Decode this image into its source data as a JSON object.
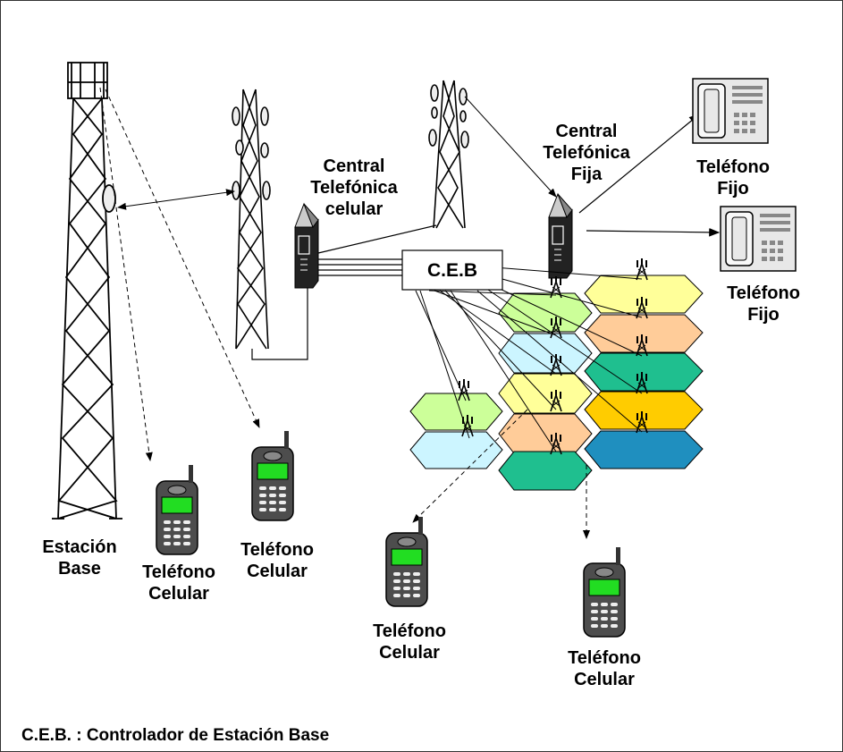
{
  "labels": {
    "estacion_base": [
      "Estación",
      "Base"
    ],
    "central_celular": [
      "Central",
      "Telefónica",
      "celular"
    ],
    "central_fija": [
      "Central",
      "Telefónica",
      "Fija"
    ],
    "telefono_fijo_1": [
      "Teléfono",
      "Fijo"
    ],
    "telefono_fijo_2": [
      "Teléfono",
      "Fijo"
    ],
    "ceb_box": "C.E.B",
    "celular_1": [
      "Teléfono",
      "Celular"
    ],
    "celular_2": [
      "Teléfono",
      "Celular"
    ],
    "celular_3": [
      "Teléfono",
      "Celular"
    ],
    "celular_4": [
      "Teléfono",
      "Celular"
    ]
  },
  "legend": "C.E.B. : Controlador de Estación Base",
  "colors": {
    "hex_light_green": "#ccff99",
    "hex_light_cyan": "#ccf5ff",
    "hex_light_yellow": "#ffff99",
    "hex_peach": "#ffcc99",
    "hex_teal": "#1fbf8f",
    "hex_gold": "#ffcc00",
    "hex_blue": "#1f8fbf",
    "phone_body": "#4d4d4d",
    "phone_screen": "#22dd22",
    "landline_body": "#e8e8e8"
  }
}
